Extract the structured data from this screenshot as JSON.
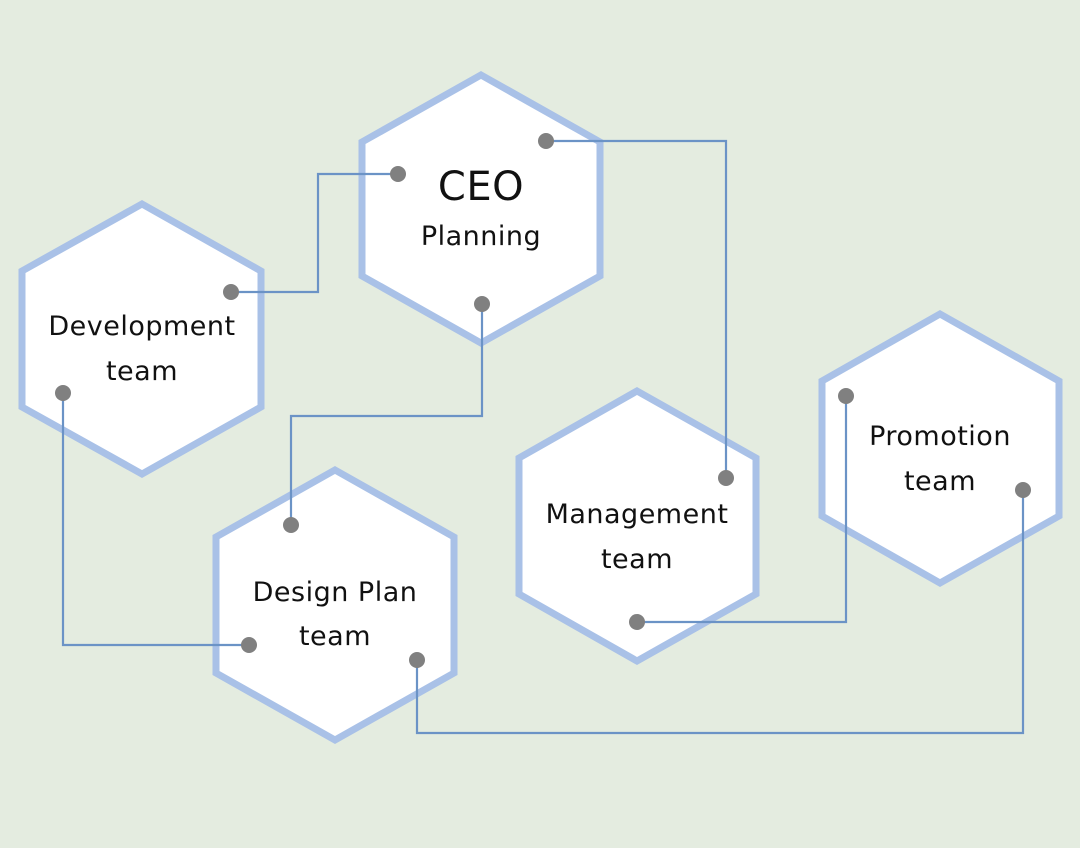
{
  "colors": {
    "background": "#e4ece0",
    "hexagon_fill": "#ffffff",
    "hexagon_border": "#a9c1e7",
    "connector_line": "#6b93c6",
    "connector_dot": "#808080",
    "text": "#111111"
  },
  "nodes": {
    "ceo": {
      "line1": "CEO",
      "line2": "Planning"
    },
    "development": {
      "line1": "Development",
      "line2": "team"
    },
    "design_plan": {
      "line1": "Design Plan",
      "line2": "team"
    },
    "management": {
      "line1": "Management",
      "line2": "team"
    },
    "promotion": {
      "line1": "Promotion",
      "line2": "team"
    }
  },
  "edges": [
    {
      "from": "ceo",
      "to": "development"
    },
    {
      "from": "ceo",
      "to": "management"
    },
    {
      "from": "ceo",
      "to": "design_plan"
    },
    {
      "from": "development",
      "to": "design_plan"
    },
    {
      "from": "management",
      "to": "promotion"
    },
    {
      "from": "design_plan",
      "to": "promotion"
    }
  ]
}
